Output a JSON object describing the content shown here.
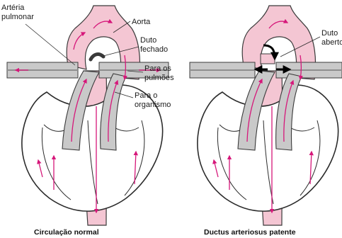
{
  "diagram": {
    "left": {
      "caption": "Circulação normal",
      "labels": {
        "pulmonary_artery_line1": "Artéria",
        "pulmonary_artery_line2": "pulmonar",
        "aorta": "Aorta",
        "duct_closed_line1": "Duto",
        "duct_closed_line2": "fechado",
        "to_lungs_line1": "Para os",
        "to_lungs_line2": "pulmões",
        "to_body_line1": "Para o",
        "to_body_line2": "organismo"
      }
    },
    "right": {
      "caption": "Ductus arteriosus patente",
      "labels": {
        "duct_open_line1": "Duto",
        "duct_open_line2": "aberto"
      }
    }
  },
  "colors": {
    "aorta_fill": "#f4c6d3",
    "aorta_stroke": "#3a3a3a",
    "vessel_fill": "#c9c9c9",
    "vessel_dark": "#8e8e8e",
    "flow_arrow": "#d6177a",
    "outline": "#2b2b2b",
    "shunt_arrow": "#000000"
  }
}
